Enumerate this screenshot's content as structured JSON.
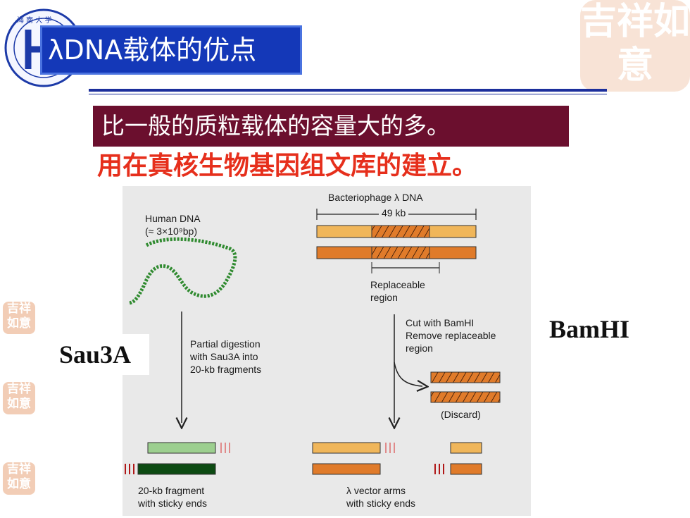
{
  "slide": {
    "title": "λDNA载体的优点",
    "subtitle": "比一般的质粒载体的容量大的多。",
    "highlight": "用在真核生物基因组文库的建立。",
    "enzyme_left": "Sau3A",
    "enzyme_right": "BamHI",
    "seal_text": "吉祥如意"
  },
  "diagram": {
    "human_label": "Human DNA",
    "human_size": "(≈ 3×10⁹bp)",
    "phage_label": "Bacteriophage λ DNA",
    "phage_size": "49 kb",
    "replaceable_1": "Replaceable",
    "replaceable_2": "region",
    "partial_1": "Partial digestion",
    "partial_2": "with Sau3A into",
    "partial_3": "20-kb fragments",
    "cut_1": "Cut with BamHI",
    "cut_2": "Remove replaceable",
    "cut_3": "region",
    "discard": "(Discard)",
    "fragment_1": "20-kb fragment",
    "fragment_2": "with sticky ends",
    "arms_1": "λ vector arms",
    "arms_2": "with sticky ends"
  },
  "colors": {
    "title_bg": "#1438b8",
    "subtitle_bg": "#6b0f2e",
    "highlight_text": "#e62f1c",
    "phage_light": "#f0b65a",
    "phage_dark": "#e07b2a",
    "dna_green": "#2f8a2f",
    "fragment_light": "#9ccf8f",
    "fragment_dark": "#0c4a12",
    "sticky_red": "#b01818"
  }
}
